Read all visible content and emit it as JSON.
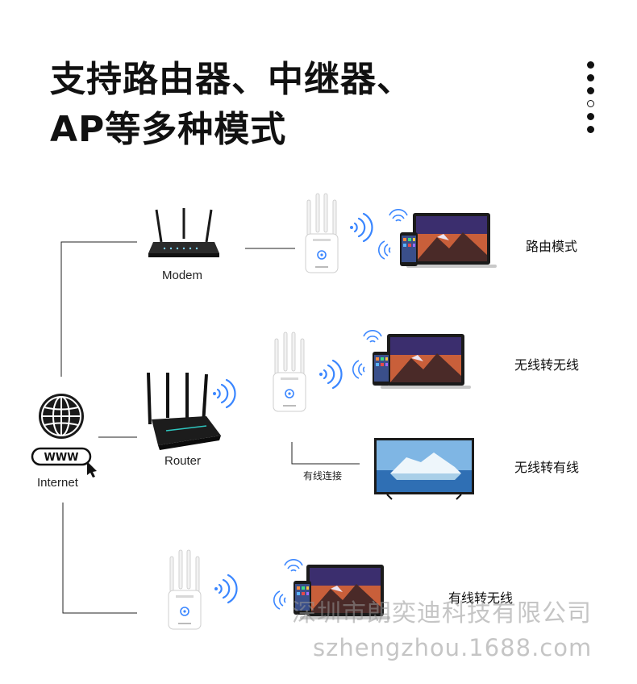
{
  "title": {
    "line1": "支持路由器、中继器、",
    "line2": "AP等多种模式"
  },
  "nodes": {
    "internet": "Internet",
    "www": "WWW",
    "modem": "Modem",
    "router": "Router",
    "wired_connection": "有线连接"
  },
  "modes": [
    {
      "label": "路由模式"
    },
    {
      "label": "无线转无线"
    },
    {
      "label": "无线转有线"
    },
    {
      "label": "有线转无线"
    }
  ],
  "watermark": {
    "company": "深圳市朗奕迪科技有限公司",
    "url": "szhengzhou.1688.com"
  },
  "colors": {
    "wifi_blue": "#3a86ff",
    "line": "#222222"
  }
}
